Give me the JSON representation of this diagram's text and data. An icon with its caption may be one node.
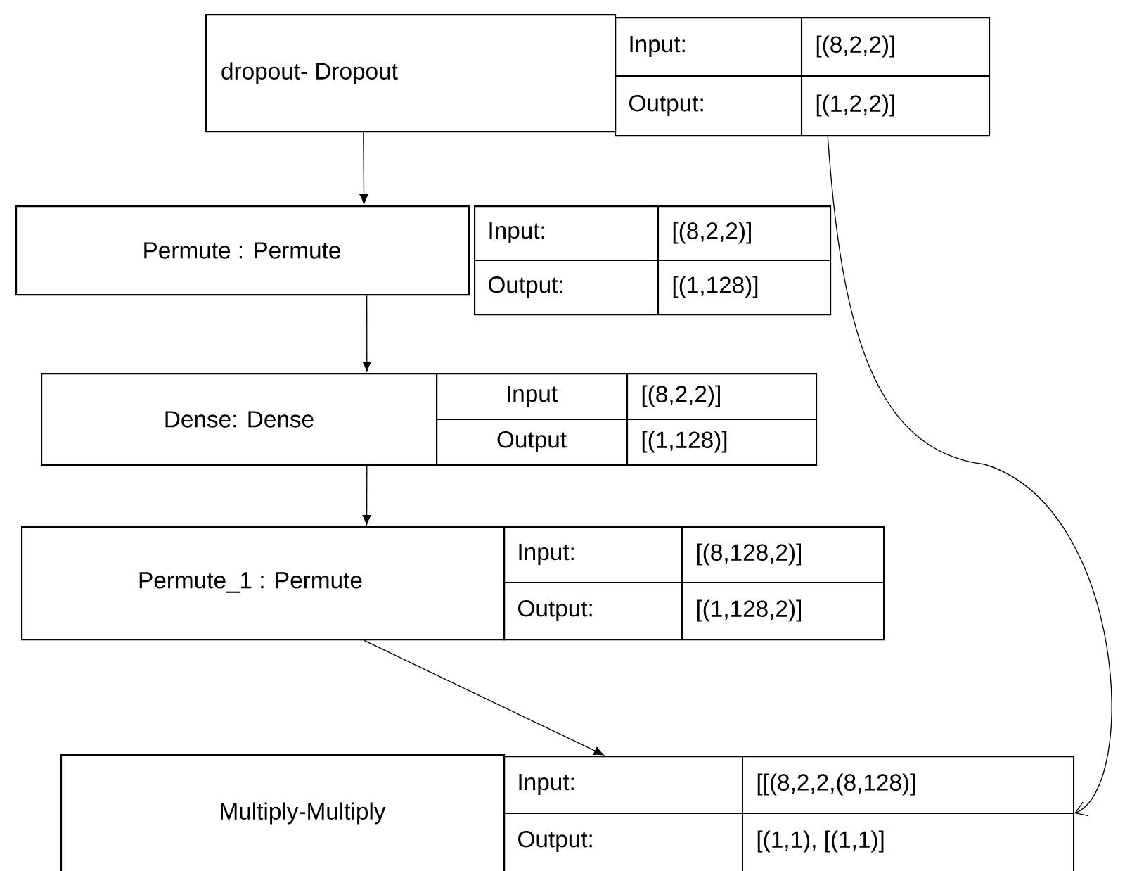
{
  "diagram": {
    "nodes": [
      {
        "text": [
          "dropout- Dropout"
        ]
      },
      {
        "text": [
          "Input:",
          "[(8,2,2)]",
          "Output:",
          "[(1,2,2)]"
        ]
      },
      {
        "text": [
          "Permute : Permute"
        ]
      },
      {
        "text": [
          "Input:",
          "[(8,2,2)]",
          "Output:",
          "[(1,128)]"
        ]
      },
      {
        "text": [
          "Dense: Dense"
        ]
      },
      {
        "text": [
          "Input",
          "[(8,2,2)]",
          "Output",
          "[(1,128)]"
        ]
      },
      {
        "text": [
          "Permute_1 : Permute"
        ]
      },
      {
        "text": [
          "Input:",
          "[(8,128,2)]",
          "Output:",
          "[(1,128,2)]"
        ]
      },
      {
        "text": [
          "Multiply-Multiply"
        ]
      },
      {
        "text": [
          "Input:",
          "[[(8,2,2,(8,128)]",
          "Output:",
          "[(1,1), [(1,1)]"
        ]
      }
    ],
    "edges": [
      {
        "from": 0,
        "to": 2,
        "arrow": "to"
      },
      {
        "from": 2,
        "to": 4,
        "arrow": "to"
      },
      {
        "from": 4,
        "to": 6,
        "arrow": "to"
      },
      {
        "from": 6,
        "to": 9,
        "arrow": "to"
      },
      {
        "from": 1,
        "to": 9,
        "arrow": "to"
      }
    ]
  }
}
